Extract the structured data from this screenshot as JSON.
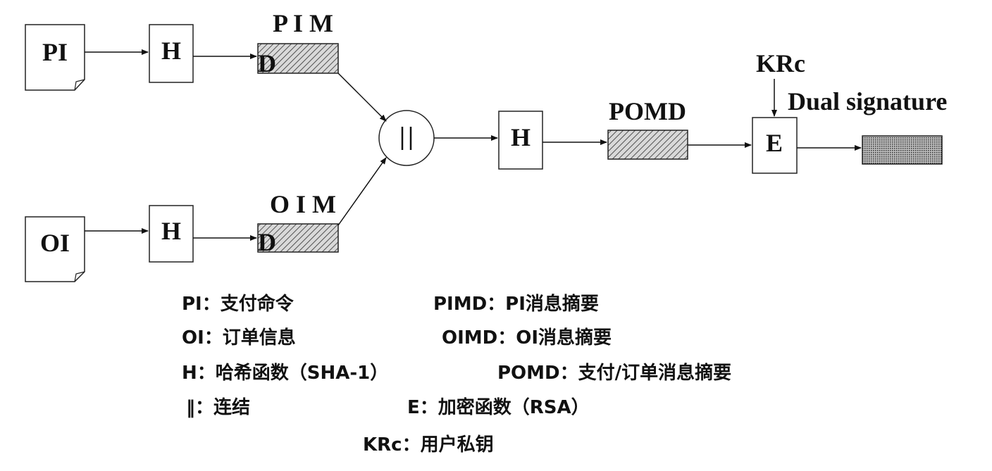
{
  "diagram": {
    "pi_doc": "PI",
    "oi_doc": "OI",
    "hash_top": "H",
    "hash_bottom": "H",
    "hash_mid": "H",
    "pimd_label_top": "P I M",
    "pimd_label_d": "D",
    "oimd_label_top": "O I M",
    "oimd_label_d": "D",
    "concat_symbol": "||",
    "pomd_label": "POMD",
    "krc_label": "KRc",
    "encrypt_label": "E",
    "dual_signature_label": "Dual signature"
  },
  "legend": {
    "pi": "PI：支付命令",
    "pimd": "PIMD：PI消息摘要",
    "oi": "OI：订单信息",
    "oimd": "OIMD：OI消息摘要",
    "h": "H：哈希函数（SHA-1）",
    "pomd": "POMD：支付/订单消息摘要",
    "concat": "‖：连结",
    "e": "E：加密函数（RSA）",
    "krc": "KRc：用户私钥"
  }
}
